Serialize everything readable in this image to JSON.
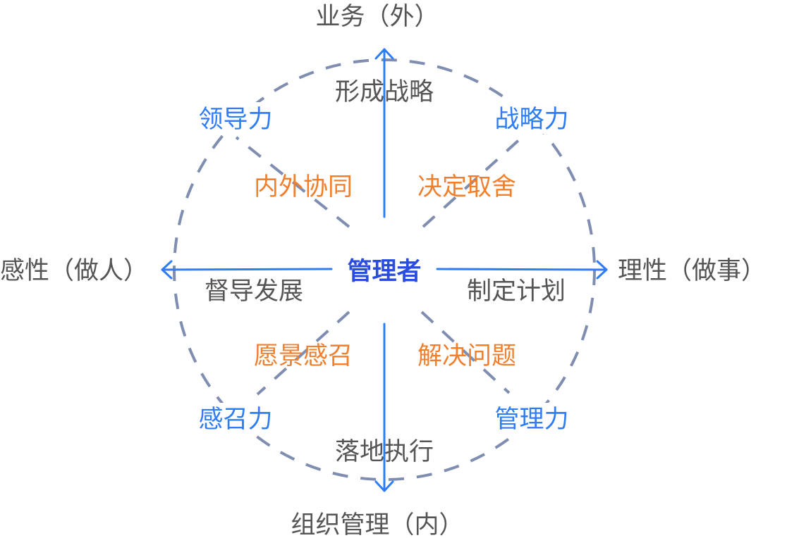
{
  "center": "管理者",
  "axes": {
    "top": "业务（外）",
    "bottom": "组织管理（内）",
    "left": "感性（做人）",
    "right": "理性（做事）"
  },
  "inner_labels": {
    "top": "形成战略",
    "bottom": "落地执行",
    "left": "督导发展",
    "right": "制定计划"
  },
  "abilities": {
    "top_left": "领导力",
    "top_right": "战略力",
    "bottom_left": "感召力",
    "bottom_right": "管理力"
  },
  "actions": {
    "top_left": "内外协同",
    "top_right": "决定取舍",
    "bottom_left": "愿景感召",
    "bottom_right": "解决问题"
  },
  "colors": {
    "arrow": "#2f7df6",
    "dash": "#7f8db0",
    "ability": "#2f7df6",
    "action": "#f07f2e",
    "center": "#2a4de0",
    "text": "#555555"
  }
}
